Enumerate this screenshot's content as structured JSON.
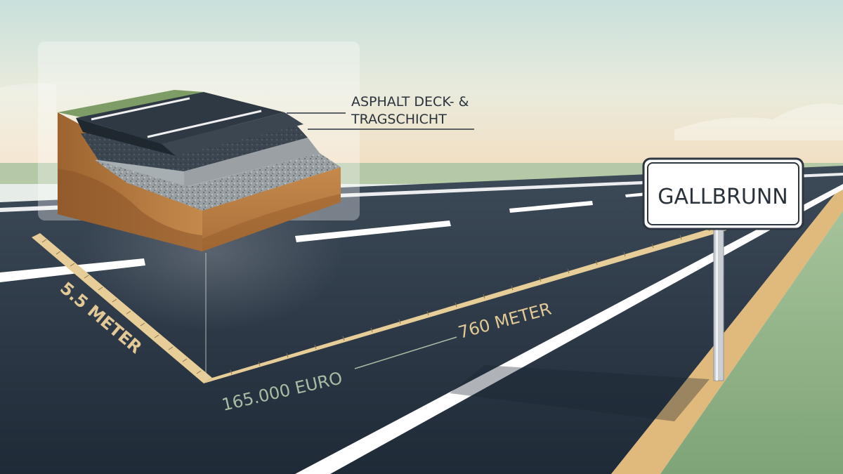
{
  "labels": {
    "layer_line1": "ASPHALT DECK- &",
    "layer_line2": "TRAGSCHICHT",
    "width": "5.5 METER",
    "length": "760 METER",
    "cost": "165.000 EURO",
    "sign": "GALLBRUNN"
  },
  "colors": {
    "asphalt": "#2e3a48",
    "lane_marking": "#ffffff",
    "ruler": "#e7cd97",
    "measure_text": "#e2c995",
    "cost_text": "#a9bda3",
    "grass": "#8fb08a",
    "shoulder": "#e0b97c",
    "soil": "#b5783f"
  }
}
